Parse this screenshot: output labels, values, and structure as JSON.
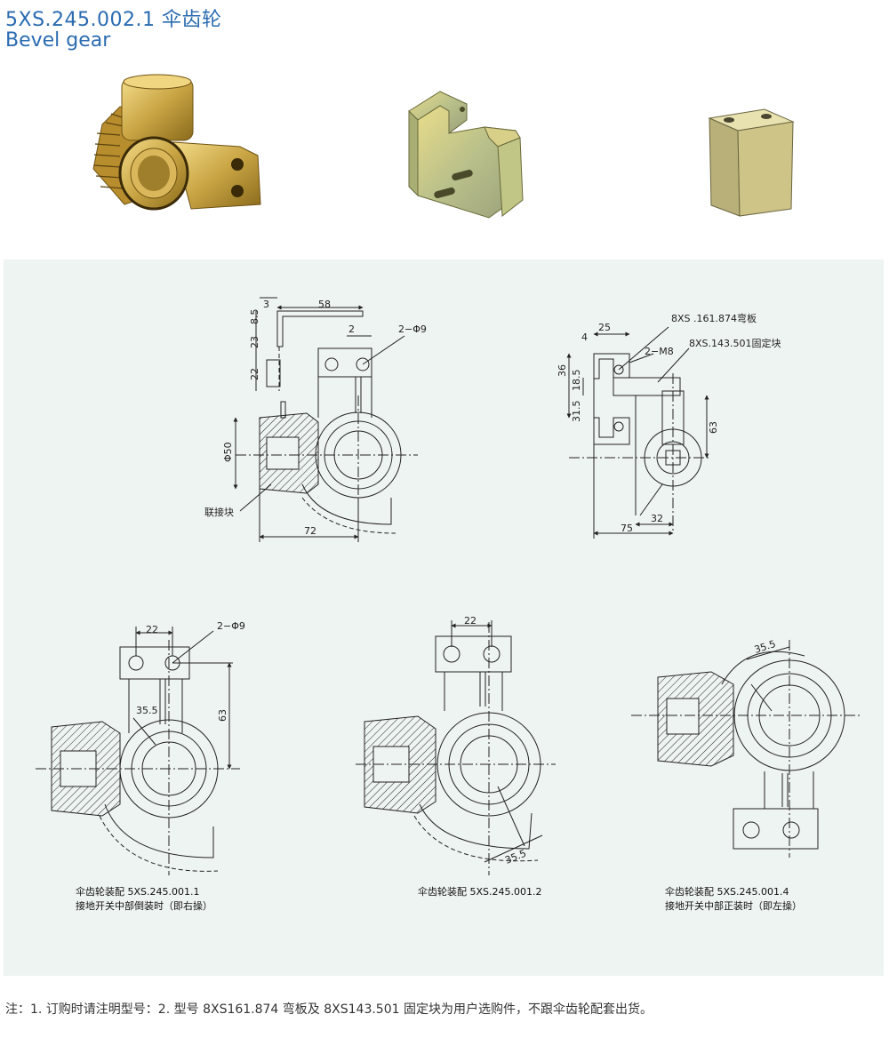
{
  "header": {
    "title_cn": "5XS.245.002.1 伞齿轮",
    "title_en": "Bevel gear"
  },
  "photos": [
    {
      "name": "bevel-gear-photo"
    },
    {
      "name": "bent-plate-photo"
    },
    {
      "name": "fixed-block-photo"
    }
  ],
  "drawing1": {
    "dims": {
      "d3": "3",
      "d58": "58",
      "d8_5": "8.5",
      "d23": "23",
      "d22": "22",
      "d2": "2",
      "hole": "2−Φ9",
      "dia50": "Φ50",
      "d72": "72"
    },
    "label": "联接块"
  },
  "drawing2": {
    "label_plate": "8XS .161.874弯板",
    "label_block": "8XS.143.501固定块",
    "thread": "2−M8",
    "dims": {
      "d25": "25",
      "d4": "4",
      "d36": "36",
      "d18_5": "18.5",
      "d31_5": "31.5",
      "d63": "63",
      "d32": "32",
      "d75": "75"
    }
  },
  "drawing3": {
    "dims": {
      "d22": "22",
      "hole": "2−Φ9",
      "d35_5": "35.5",
      "d63": "63"
    },
    "caption_line1": "伞齿轮装配 5XS.245.001.1",
    "caption_line2": "接地开关中部倒装时（即右操）"
  },
  "drawing4": {
    "dims": {
      "d22": "22",
      "d35_5": "35.5"
    },
    "caption_line1": "伞齿轮装配 5XS.245.001.2"
  },
  "drawing5": {
    "dims": {
      "d35_5": "35.5"
    },
    "caption_line1": "伞齿轮装配 5XS.245.001.4",
    "caption_line2": "接地开关中部正装时（即左操）"
  },
  "footer": {
    "note": "注：1. 订购时请注明型号：2. 型号 8XS161.874 弯板及 8XS143.501 固定块为用户选购件，不跟伞齿轮配套出货。"
  },
  "colors": {
    "title": "#2a6bb0",
    "panel_bg": "#eef4f2",
    "brass": "#c9a544",
    "zinc": "#cdb86a"
  }
}
